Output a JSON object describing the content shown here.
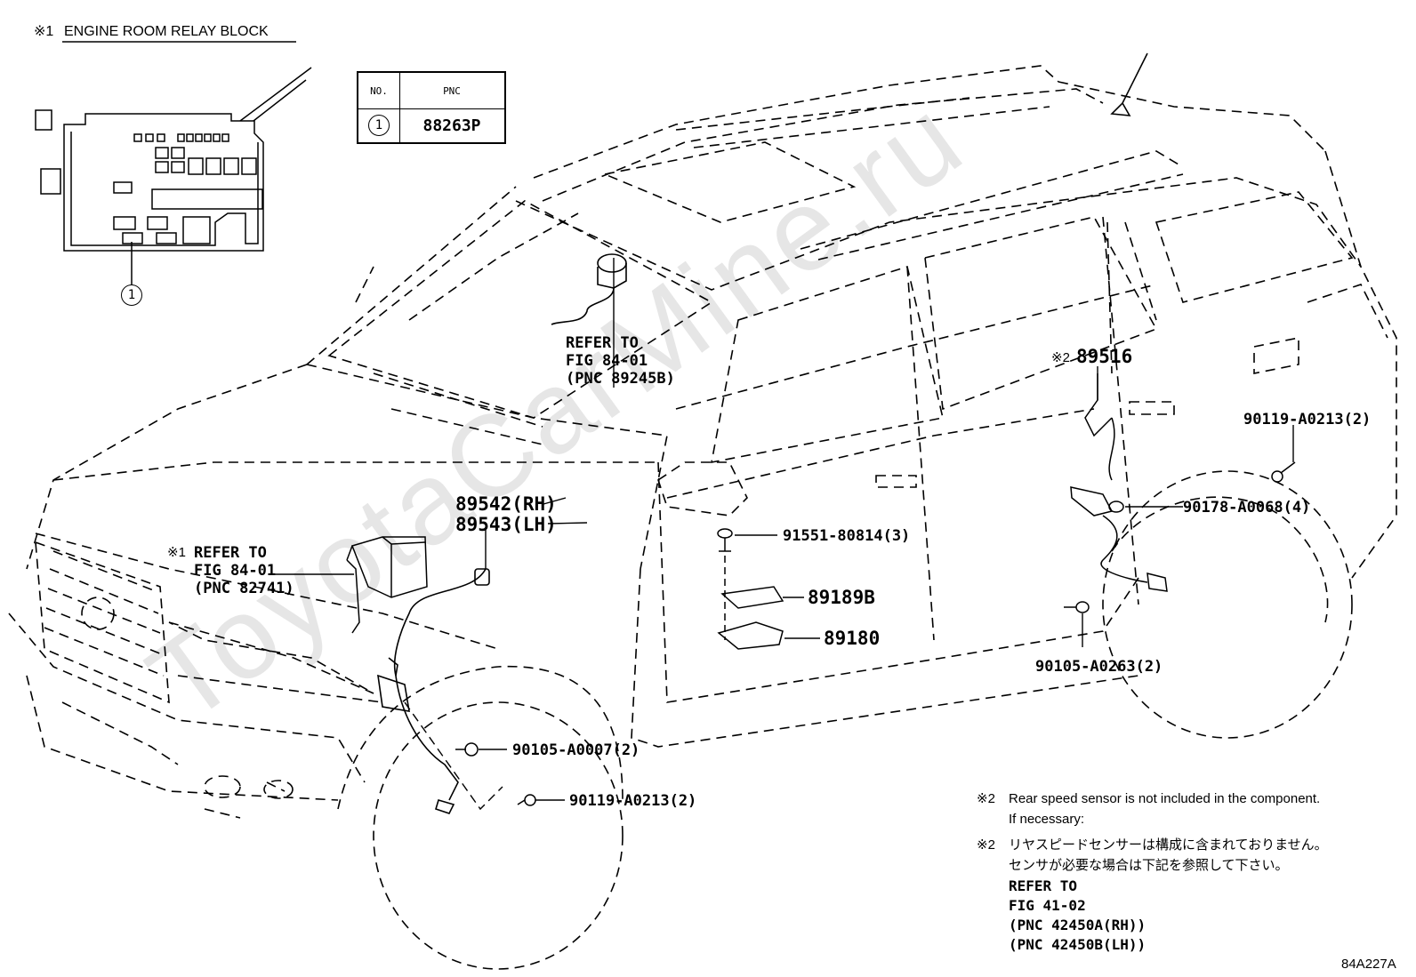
{
  "header": {
    "marker": "※1",
    "title": "ENGINE ROOM RELAY BLOCK"
  },
  "table": {
    "col_no": "NO.",
    "col_pnc": "PNC",
    "rows": [
      {
        "no": "1",
        "pnc": "88263P"
      }
    ]
  },
  "relay_callout": "1",
  "labels": {
    "refer_airbag": [
      "REFER TO",
      "FIG 84-01",
      "(PNC 89245B)"
    ],
    "refer_relay_marker": "※1",
    "refer_relay": [
      "REFER TO",
      "FIG 84-01",
      "(PNC 82741)"
    ],
    "p89542": "89542(RH)",
    "p89543": "89543(LH)",
    "p89516_marker": "※2",
    "p89516": "89516",
    "p90119_rear": "90119-A0213(2)",
    "p90178": "90178-A0068(4)",
    "p91551": "91551-80814(3)",
    "p89189B": "89189B",
    "p89180": "89180",
    "p90105_rear": "90105-A0263(2)",
    "p90105_front": "90105-A0007(2)",
    "p90119_front": "90119-A0213(2)"
  },
  "notes": {
    "en_marker": "※2",
    "en_line1": "Rear speed sensor is not included in the component.",
    "en_line2": "If necessary:",
    "jp_marker": "※2",
    "jp_line1": "リヤスピードセンサーは構成に含まれておりません。",
    "jp_line2": "センサが必要な場合は下記を参照して下さい。",
    "refer": [
      "REFER TO",
      "FIG 41-02",
      "(PNC 42450A(RH))",
      "(PNC 42450B(LH))"
    ]
  },
  "watermark": "ToyotaCarMine.ru",
  "figure_code": "84A227A"
}
